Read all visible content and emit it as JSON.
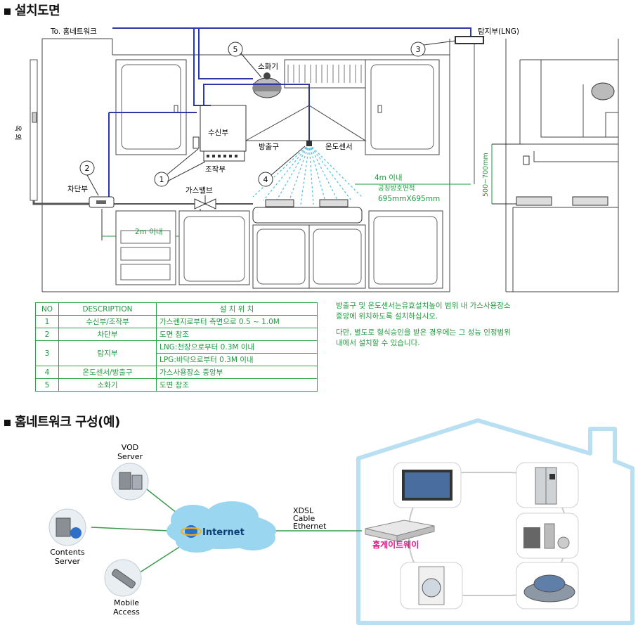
{
  "sections": {
    "install_title": "설치도면",
    "network_title": "홈네트워크 구성(예)"
  },
  "install": {
    "to_network": "To. 홈네트워크",
    "detector_lng": "탐지부(LNG)",
    "outdoor": "옥 외",
    "fire_ext": "소화기",
    "receiver": "수신부",
    "control": "조작부",
    "nozzle": "방출구",
    "temp_sensor": "온도센서",
    "cutoff": "차단부",
    "gas_valve": "가스밸브",
    "dist_2m": "2m 이내",
    "dist_4m": "4m 이내",
    "area_label": "공칭방호면적",
    "area_value": "695mmX695mm",
    "height": "500~700mm",
    "callouts": [
      "1",
      "2",
      "3",
      "4",
      "5"
    ]
  },
  "table": {
    "headers": [
      "NO",
      "DESCRIPTION",
      "설 치 위 치"
    ],
    "rows": [
      {
        "no": "1",
        "desc": "수신부/조작부",
        "pos": [
          "가스렌지로부터 측면으로 0.5 ~ 1.0M"
        ]
      },
      {
        "no": "2",
        "desc": "차단부",
        "pos": [
          "도면 참조"
        ]
      },
      {
        "no": "3",
        "desc": "탐지부",
        "pos": [
          "LNG:천장으로부터 0.3M 이내",
          "LPG:바닥으로부터 0.3M 이내"
        ]
      },
      {
        "no": "4",
        "desc": "온도센서/방출구",
        "pos": [
          "가스사용장소 중앙부"
        ]
      },
      {
        "no": "5",
        "desc": "소화기",
        "pos": [
          "도면 참조"
        ]
      }
    ]
  },
  "notes": {
    "line1": "방출구 및 온도센서는유효설치높이 범위 내 가스사용장소",
    "line2": "중앙에 위치하도록 설치하십시오.",
    "line3": "다만, 별도로 형식승인을 받은 경우에는 그 성능 인정범위",
    "line4": "내에서 설치할 수 있습니다."
  },
  "network": {
    "vod": [
      "VOD",
      "Server"
    ],
    "contents": [
      "Contents",
      "Server"
    ],
    "mobile": [
      "Mobile",
      "Access"
    ],
    "internet": "Internet",
    "link": [
      "XDSL",
      "Cable",
      "Ethernet"
    ],
    "gateway": "홈게이트웨이",
    "colors": {
      "house": "#b9dff2",
      "internet": "#9ad6f0",
      "gateway_text": "#e0198a",
      "lines": "#3a9a4a"
    }
  }
}
